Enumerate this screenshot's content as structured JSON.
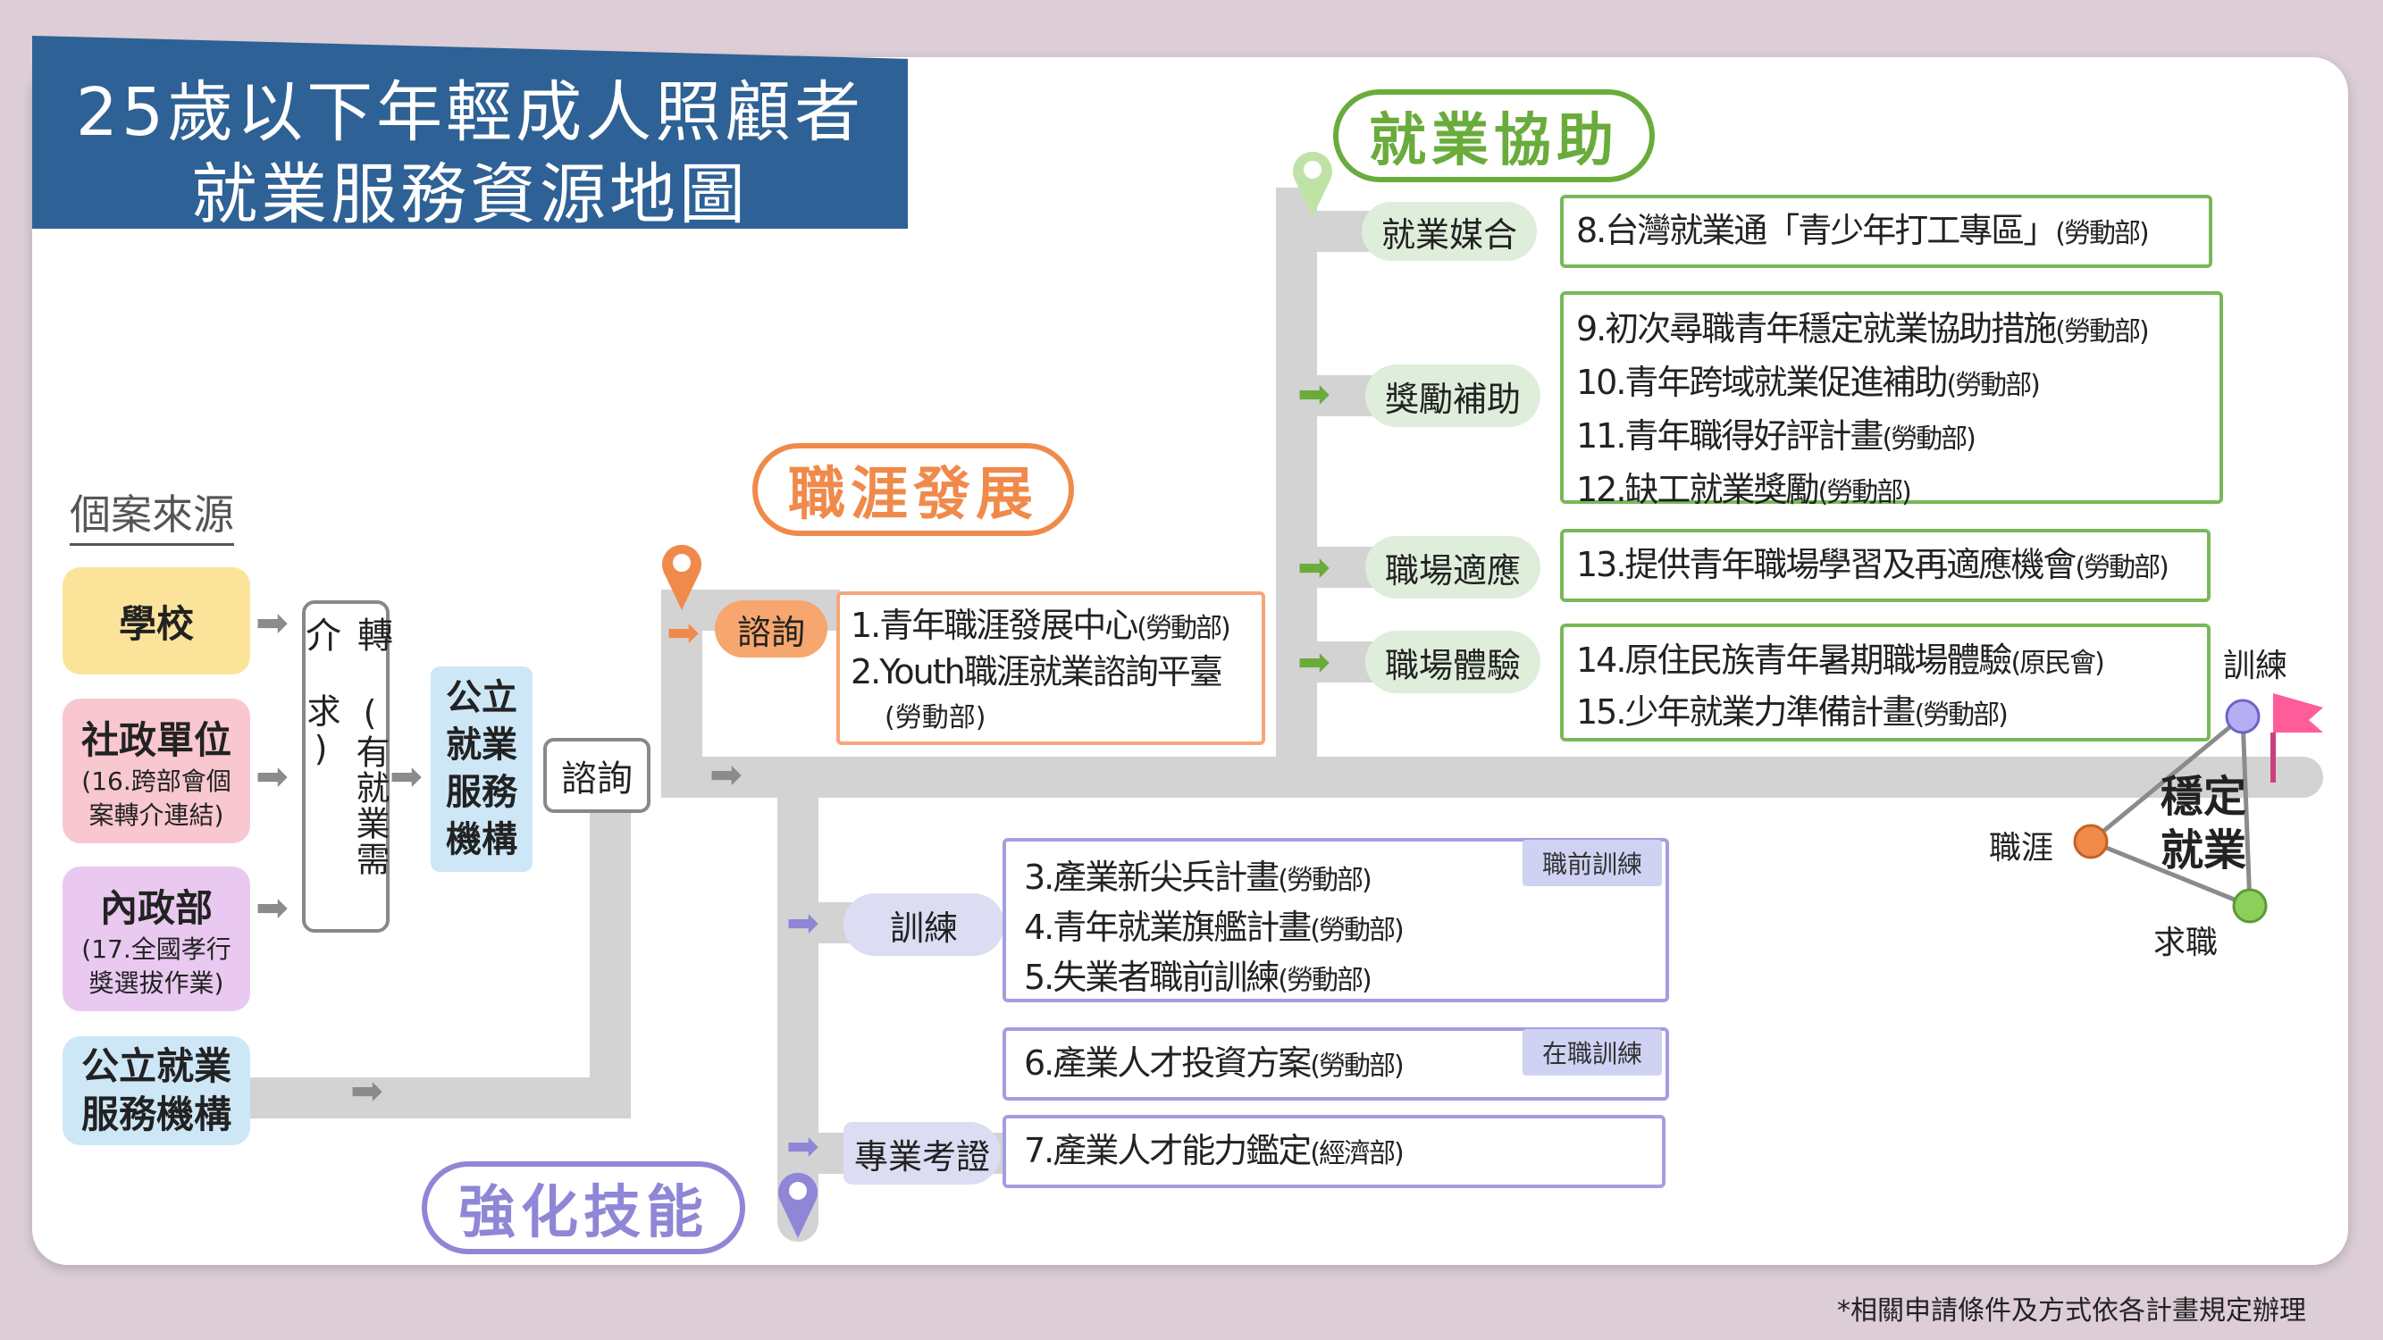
{
  "title": {
    "line1": "25歲以下年輕成人照顧者",
    "line2": "就業服務資源地圖"
  },
  "sources": {
    "heading": "個案來源",
    "items": [
      {
        "title": "學校",
        "sub": ""
      },
      {
        "title": "社政單位",
        "sub": "(16.跨部會個案轉介連結)"
      },
      {
        "title": "內政部",
        "sub": "(17.全國孝行獎選拔作業)"
      },
      {
        "title": "公立就業服務機構",
        "sub": ""
      }
    ]
  },
  "referral": {
    "label": "轉介",
    "note": "(有就業需求)"
  },
  "agency": {
    "label": "公立就業服務機構"
  },
  "consult": {
    "label": "諮詢"
  },
  "categories": {
    "career": "職涯發展",
    "employment": "就業協助",
    "skills": "強化技能"
  },
  "career": {
    "pill": "諮詢",
    "items": [
      {
        "name": "1.青年職涯發展中心",
        "org": "(勞動部)"
      },
      {
        "name": "2.Youth職涯就業諮詢平臺",
        "org": "(勞動部)"
      }
    ]
  },
  "employment": {
    "groups": [
      {
        "pill": "就業媒合",
        "items": [
          {
            "name": "8.台灣就業通「青少年打工專區」",
            "org": "(勞動部)"
          }
        ]
      },
      {
        "pill": "獎勵補助",
        "items": [
          {
            "name": "9.初次尋職青年穩定就業協助措施",
            "org": "(勞動部)"
          },
          {
            "name": "10.青年跨域就業促進補助",
            "org": "(勞動部)"
          },
          {
            "name": "11.青年職得好評計畫",
            "org": "(勞動部)"
          },
          {
            "name": "12.缺工就業獎勵",
            "org": "(勞動部)"
          }
        ]
      },
      {
        "pill": "職場適應",
        "items": [
          {
            "name": "13.提供青年職場學習及再適應機會",
            "org": "(勞動部)"
          }
        ]
      },
      {
        "pill": "職場體驗",
        "items": [
          {
            "name": "14.原住民族青年暑期職場體驗",
            "org": "(原民會)"
          },
          {
            "name": "15.少年就業力準備計畫",
            "org": "(勞動部)"
          }
        ]
      }
    ]
  },
  "skills": {
    "training_pill": "訓練",
    "cert_pill": "專業考證",
    "pre_tag": "職前訓練",
    "on_tag": "在職訓練",
    "pre_items": [
      {
        "name": "3.產業新尖兵計畫",
        "org": "(勞動部)"
      },
      {
        "name": "4.青年就業旗艦計畫",
        "org": "(勞動部)"
      },
      {
        "name": "5.失業者職前訓練",
        "org": "(勞動部)"
      }
    ],
    "on_items": [
      {
        "name": "6.產業人才投資方案",
        "org": "(勞動部)"
      }
    ],
    "cert_items": [
      {
        "name": "7.產業人才能力鑑定",
        "org": "(經濟部)"
      }
    ]
  },
  "goal": {
    "title": "穩定就業",
    "training": "訓練",
    "career": "職涯",
    "job": "求職"
  },
  "footnote": "*相關申請條件及方式依各計畫規定辦理",
  "colors": {
    "banner": "#2e6195",
    "road": "#d3d3d3",
    "career": "#f08a4b",
    "employment": "#6aac3c",
    "skills": "#8f86d6",
    "goal": "#ff5c9a"
  }
}
